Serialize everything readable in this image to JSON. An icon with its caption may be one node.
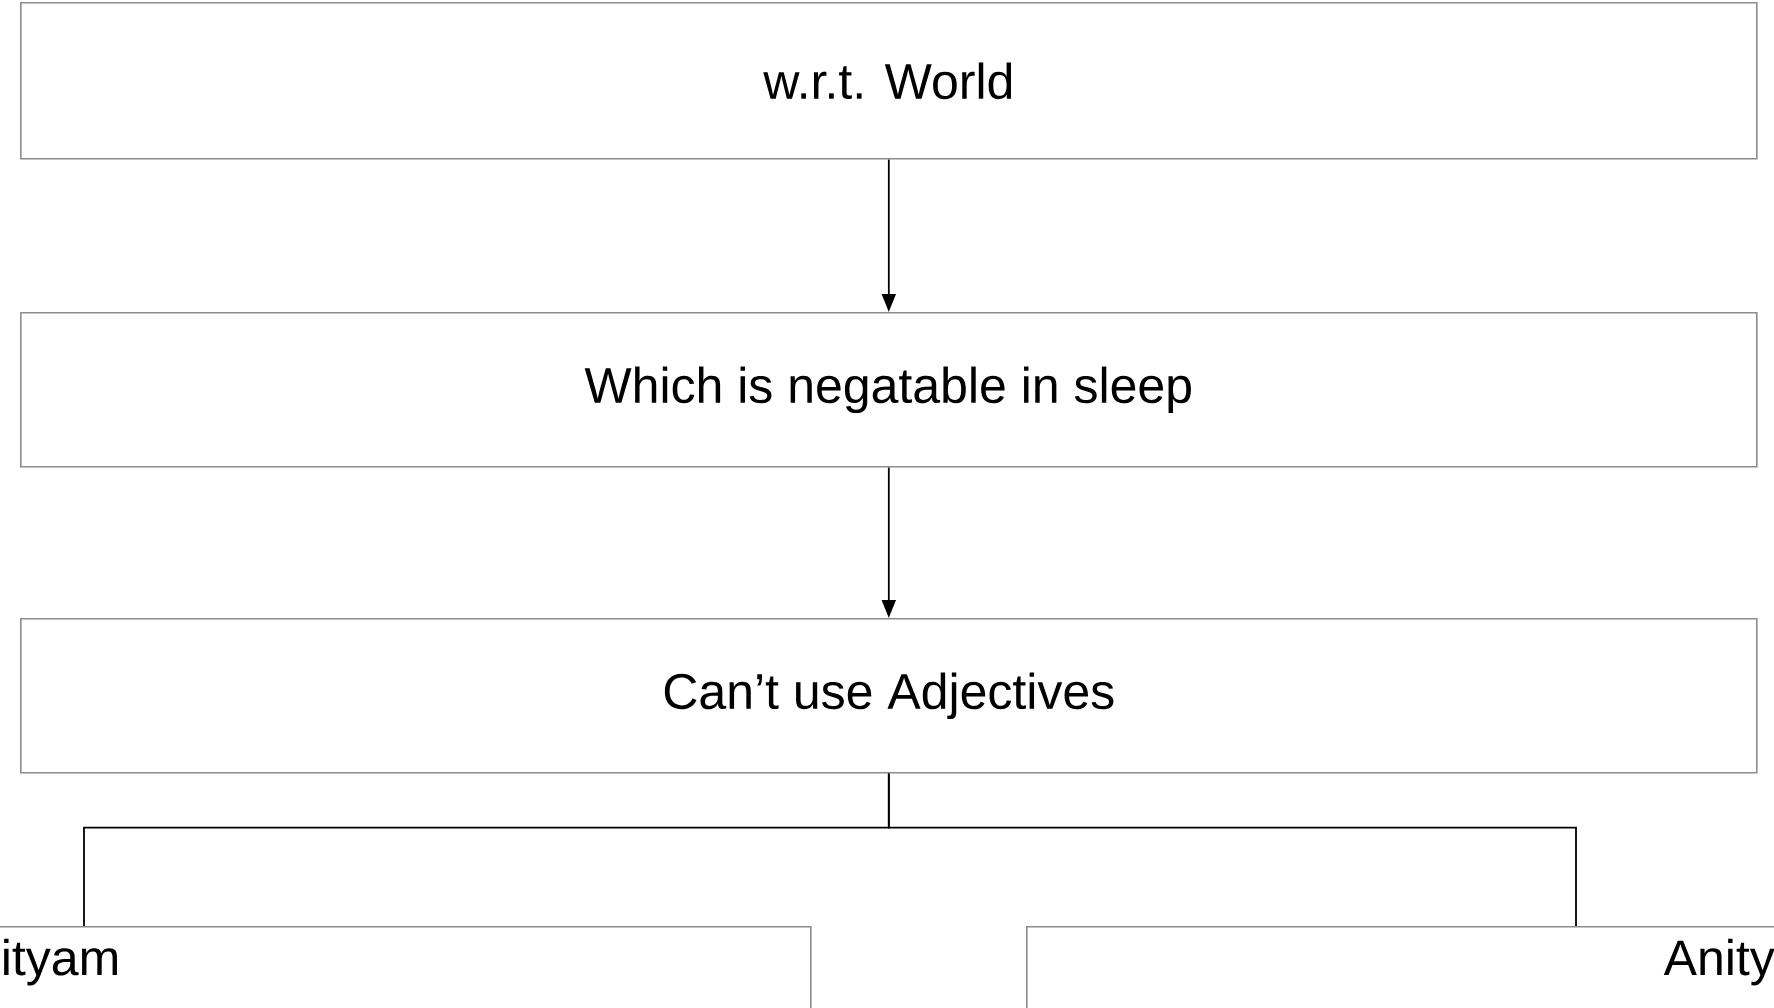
{
  "diagram": {
    "nodes": [
      {
        "text": [
          "w.r.t. World"
        ]
      },
      {
        "text": [
          "Which is negatable in sleep"
        ]
      },
      {
        "text": [
          "Can’t use Adjectives"
        ]
      },
      {
        "text": [
          "ityam"
        ]
      },
      {
        "text": [
          "Anity"
        ]
      }
    ],
    "edges": [
      {
        "from": 0,
        "to": 1,
        "arrow": "to"
      },
      {
        "from": 1,
        "to": 2,
        "arrow": "to"
      },
      {
        "from": 2,
        "to": 3,
        "arrow": "none"
      },
      {
        "from": 2,
        "to": 4,
        "arrow": "none"
      }
    ]
  }
}
